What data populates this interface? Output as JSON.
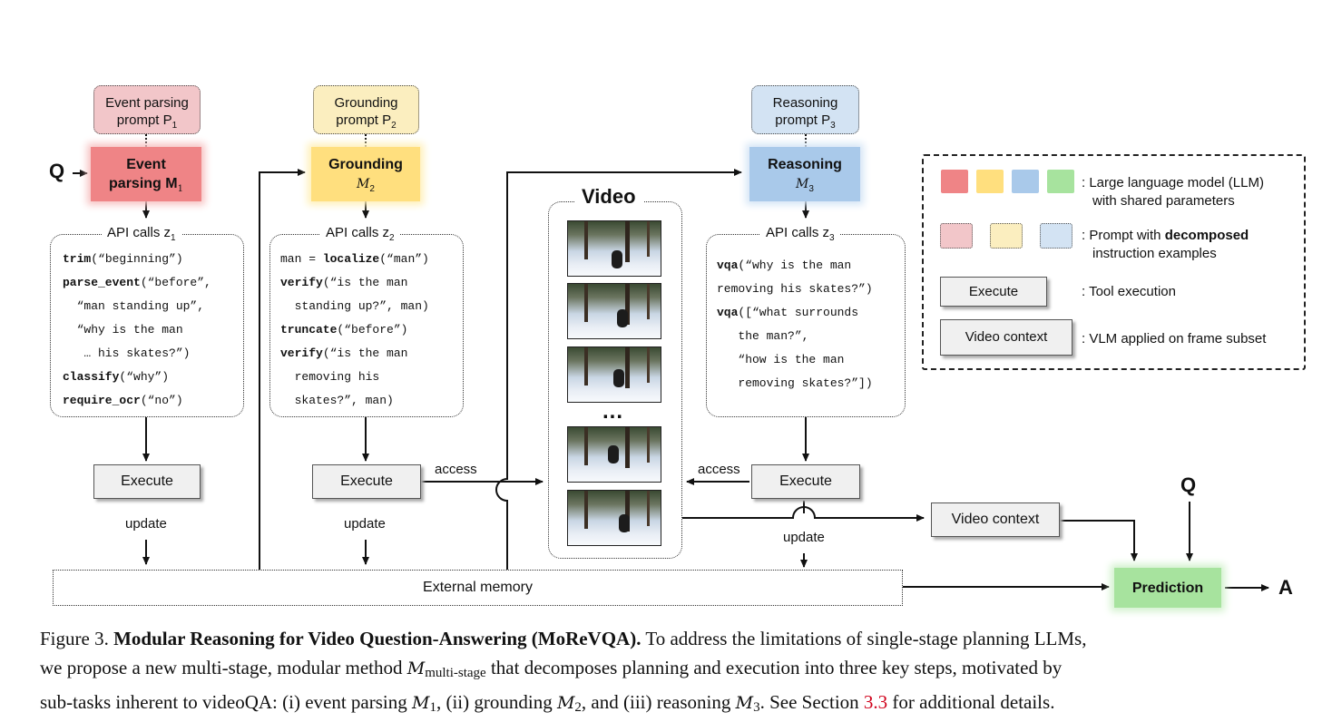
{
  "diagram": {
    "question_label": "Q",
    "answer_label": "A",
    "video_title": "Video",
    "ellipsis": "...",
    "stages": [
      {
        "prompt_line1": "Event parsing",
        "prompt_line2": "prompt P",
        "prompt_sub": "1",
        "model_line1": "Event",
        "model_line2": "parsing M",
        "model_sub": "1",
        "api_title": "API calls z",
        "api_sub": "1",
        "code": [
          [
            "trim",
            "(“beginning”)"
          ],
          [
            "parse_event",
            "(“before”,"
          ],
          [
            "",
            "  “man standing up”,"
          ],
          [
            "",
            "  “why is the man"
          ],
          [
            "",
            "   … his skates?”)"
          ],
          [
            "classify",
            "(“why”)"
          ],
          [
            "require_ocr",
            "(“no”)"
          ]
        ],
        "execute": "Execute",
        "update": "update"
      },
      {
        "prompt_line1": "Grounding",
        "prompt_line2": "prompt P",
        "prompt_sub": "2",
        "model_line1": "Grounding",
        "model_line2": "M",
        "model_sub": "2",
        "api_title": "API calls z",
        "api_sub": "2",
        "code": [
          [
            "",
            "man = "
          ],
          [
            "verify",
            "(“is the man"
          ],
          [
            "",
            "  standing up?”, man)"
          ],
          [
            "truncate",
            "(“before”)"
          ],
          [
            "verify",
            "(“is the man"
          ],
          [
            "",
            "  removing his"
          ],
          [
            "",
            "  skates?”, man)"
          ]
        ],
        "code_first_bold": "localize",
        "code_first_rest": "(“man”)",
        "execute": "Execute",
        "update": "update"
      },
      {
        "prompt_line1": "Reasoning",
        "prompt_line2": "prompt P",
        "prompt_sub": "3",
        "model_line1": "Reasoning",
        "model_line2": "M",
        "model_sub": "3",
        "api_title": "API calls z",
        "api_sub": "3",
        "code": [
          [
            "vqa",
            "(“why is the man"
          ],
          [
            "",
            "removing his skates?”)"
          ],
          [
            "vqa",
            "([“what surrounds"
          ],
          [
            "",
            "   the man?”,"
          ],
          [
            "",
            "   “how is the man"
          ],
          [
            "",
            "   removing skates?”])"
          ]
        ],
        "execute": "Execute",
        "update": "update"
      }
    ],
    "access_label": "access",
    "external_memory": "External memory",
    "video_context": "Video context",
    "prediction": "Prediction",
    "colors": {
      "llm_red": "#ef8486",
      "llm_yellow": "#ffdf7e",
      "llm_blue": "#a9c9ea",
      "llm_green": "#a7e39e",
      "prompt_red": "#f2c6c9",
      "prompt_yellow": "#fbeebf",
      "prompt_blue": "#d3e3f3"
    }
  },
  "legend": {
    "llm_line1": ": Large language model (LLM)",
    "llm_line2": "with shared parameters",
    "prompt_line1_pre": ": Prompt with ",
    "prompt_line1_bold": "decomposed",
    "prompt_line2": "instruction examples",
    "execute_box": "Execute",
    "execute_desc": ": Tool execution",
    "video_box": "Video context",
    "video_desc": ": VLM applied on frame subset"
  },
  "caption": {
    "fig": "Figure 3. ",
    "title": "Modular Reasoning for Video Question-Answering (MoReVQA).",
    "t1": " To address the limitations of single-stage planning LLMs,",
    "t2a": "we propose a new multi-stage, modular method ",
    "m_multi": "M",
    "m_multi_sub": "multi-stage",
    "t2b": " that decomposes planning and execution into three key steps, motivated by",
    "t3a": "sub-tasks inherent to videoQA: (i) event parsing ",
    "t3b": ", (ii) grounding ",
    "t3c": ", and (iii) reasoning ",
    "t3d": ". See Section ",
    "section_ref": "3.3",
    "t3e": " for additional details.",
    "m": "M",
    "s1": "1",
    "s2": "2",
    "s3": "3"
  }
}
